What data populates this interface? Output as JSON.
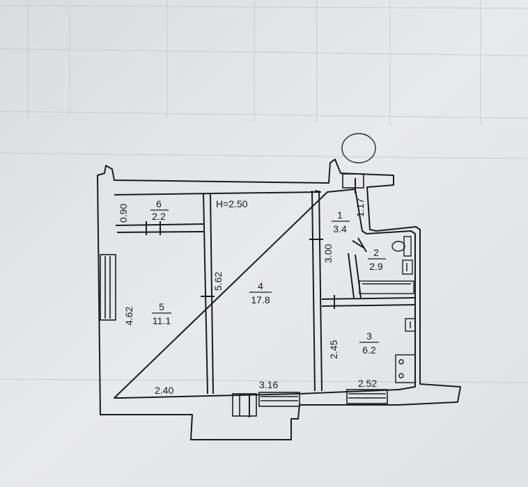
{
  "plan": {
    "ceiling_height": "H=2.50",
    "rooms": [
      {
        "id": "1",
        "area": "3.4"
      },
      {
        "id": "2",
        "area": "2.9"
      },
      {
        "id": "3",
        "area": "6.2"
      },
      {
        "id": "4",
        "area": "17.8"
      },
      {
        "id": "5",
        "area": "11.1"
      },
      {
        "id": "6",
        "area": "2.2"
      }
    ],
    "dimensions": {
      "d090": "0.90",
      "d117": "1.17",
      "d300": "3.00",
      "d562": "5.62",
      "d462": "4.62",
      "d245": "2.45",
      "d240": "2.40",
      "d316": "3.16",
      "d252": "2.52"
    }
  }
}
